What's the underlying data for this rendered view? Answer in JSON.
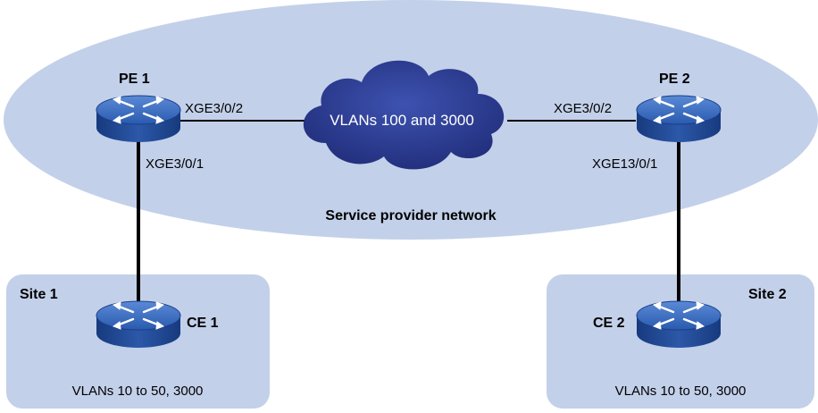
{
  "network": {
    "title": "Service provider network",
    "cloud_label": "VLANs 100 and 3000"
  },
  "devices": {
    "pe1": {
      "label": "PE 1",
      "port_uplink": "XGE3/0/2",
      "port_downlink": "XGE3/0/1"
    },
    "pe2": {
      "label": "PE 2",
      "port_uplink": "XGE3/0/2",
      "port_downlink": "XGE13/0/1"
    },
    "ce1": {
      "label": "CE 1"
    },
    "ce2": {
      "label": "CE 2"
    }
  },
  "sites": {
    "site1": {
      "label": "Site 1",
      "vlans": "VLANs 10 to 50, 3000"
    },
    "site2": {
      "label": "Site 2",
      "vlans": "VLANs 10 to 50, 3000"
    }
  },
  "colors": {
    "ellipse_fill": "#c3d0ea",
    "site_fill": "#c3d0ea",
    "cloud_fill": "#2b3d96",
    "router_top": "#2f5fb4",
    "router_side": "#1b3d86"
  }
}
